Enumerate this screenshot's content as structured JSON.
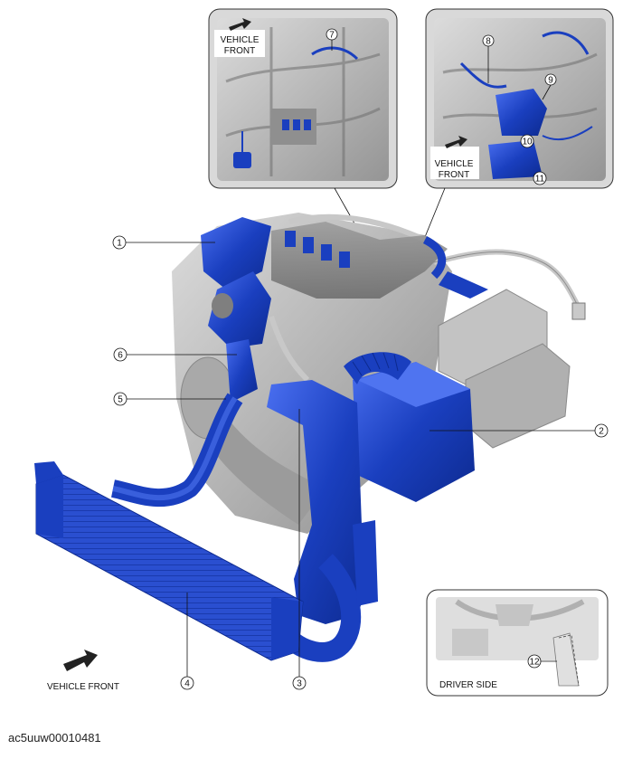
{
  "figure_id": "ac5uuw00010481",
  "callouts": [
    "1",
    "2",
    "3",
    "4",
    "5",
    "6",
    "7",
    "8",
    "9",
    "10",
    "11",
    "12"
  ],
  "labels": {
    "vehicle_front_top": [
      "VEHICLE",
      "FRONT"
    ],
    "vehicle_front_right": [
      "VEHICLE",
      "FRONT"
    ],
    "vehicle_front_bottom": "VEHICLE FRONT",
    "driver_side": "DRIVER SIDE"
  },
  "colors": {
    "part_blue": "#1a3fbf",
    "part_blue_light": "#3f63e0",
    "engine_gray": "#b9b9b9",
    "engine_gray_dark": "#8a8a8a",
    "frame": "#333333"
  }
}
